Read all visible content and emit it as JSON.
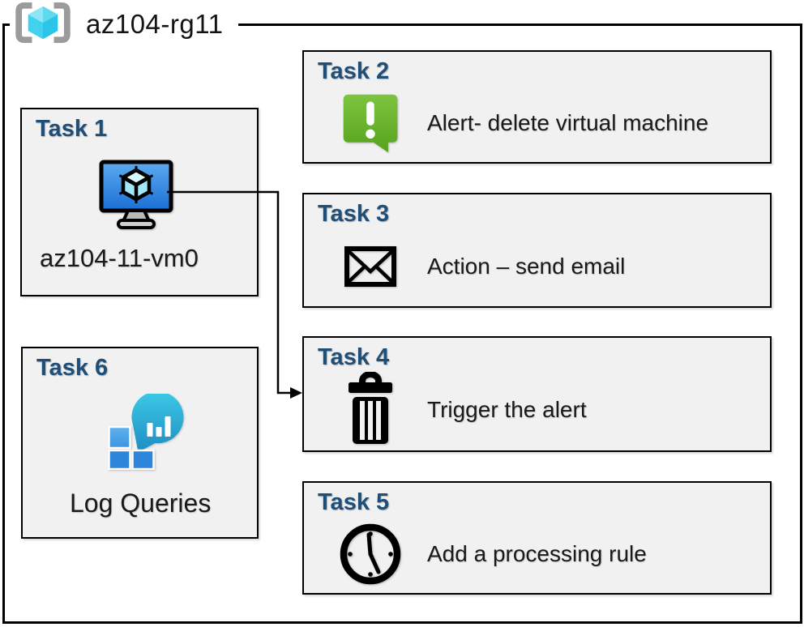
{
  "header": {
    "label": "az104-rg11",
    "icon": "resource-group-icon"
  },
  "tasks": [
    {
      "title": "Task 1",
      "icon": "virtual-machine-icon",
      "label": "az104-11-vm0"
    },
    {
      "title": "Task 2",
      "icon": "alert-icon",
      "label": "Alert- delete virtual machine"
    },
    {
      "title": "Task 3",
      "icon": "email-icon",
      "label": "Action – send email"
    },
    {
      "title": "Task 4",
      "icon": "trash-icon",
      "label": "Trigger the alert"
    },
    {
      "title": "Task 5",
      "icon": "clock-icon",
      "label": "Add a processing rule"
    },
    {
      "title": "Task 6",
      "icon": "log-analytics-icon",
      "label": "Log Queries"
    }
  ],
  "arrow": {
    "from": "task1-virtual-machine",
    "to": "task4"
  },
  "colors": {
    "task_title": "#1f4e79",
    "box_fill": "#f1f1f1",
    "box_border": "#000000",
    "alert_green_top": "#7cc53e",
    "alert_green_bottom": "#57a21e",
    "vm_screen_top": "#5caaf0",
    "vm_screen_bottom": "#1a6fd4",
    "rg_cube_top": "#8de6f7",
    "rg_cube_left": "#42d1ee",
    "rg_cube_right": "#2ac5e8",
    "rg_brackets": "#9b9b9b",
    "log_bubble_top": "#3cc9e6",
    "log_bubble_bottom": "#1f8dc3",
    "log_square_light": "#54a9ea",
    "log_square_dark": "#2e86da"
  }
}
